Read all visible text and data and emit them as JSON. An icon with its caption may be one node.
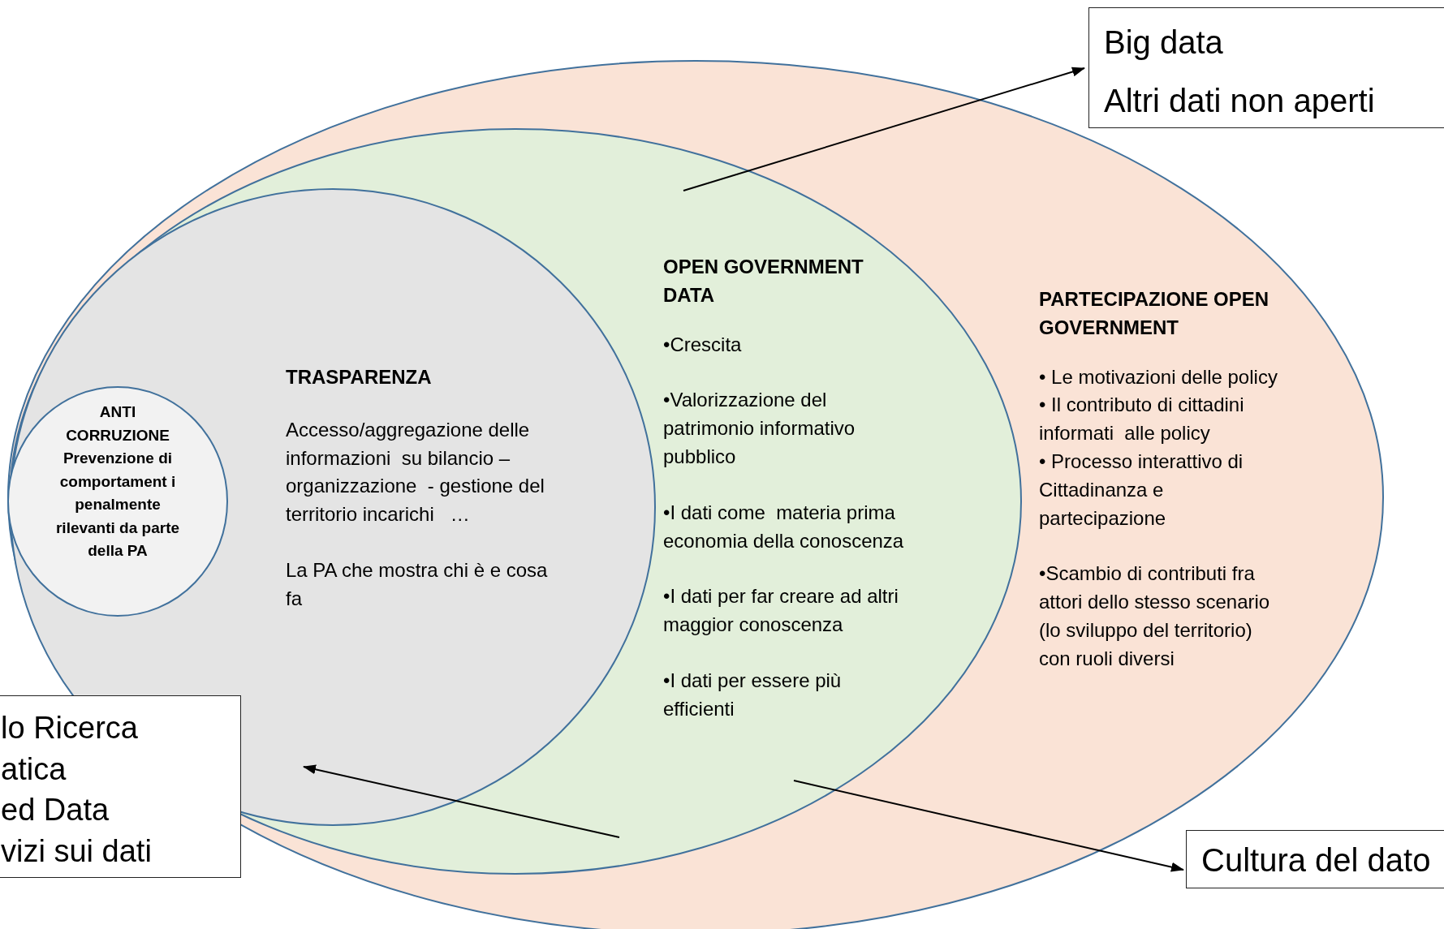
{
  "diagram": {
    "nodes": [
      {
        "text": [
          "PARTECIPAZIONE OPEN GOVERNMENT",
          "• Le motivazioni delle policy",
          "• Il contributo di cittadini informati  alle policy",
          "• Processo interattivo di Cittadinanza e partecipazione",
          "•Scambio di contributi fra attori dello stesso scenario (lo sviluppo del territorio) con ruoli diversi"
        ]
      },
      {
        "text": [
          "OPEN GOVERNMENT DATA",
          "•Crescita",
          "•Valorizzazione del patrimonio informativo pubblico",
          "•I dati come  materia prima economia della conoscenza",
          "•I dati per far creare ad altri maggior conoscenza",
          "•I dati per essere più efficienti"
        ],
        "in": 0
      },
      {
        "text": [
          "TRASPARENZA",
          "Accesso/aggregazione delle  informazioni  su bilancio – organizzazione  - gestione del territorio incarichi   …",
          "La PA che mostra chi è e cosa fa"
        ],
        "in": 1
      },
      {
        "text": [
          "ANTI CORRUZIONE",
          "Prevenzione di comportament i penalmente rilevanti da parte della PA"
        ],
        "in": 2
      },
      {
        "text": [
          "Big data",
          "Altri dati non aperti"
        ]
      },
      {
        "text": [
          "lo Ricerca",
          "atica",
          "ed Data",
          "vizi sui dati"
        ]
      },
      {
        "text": [
          "Cultura del dato"
        ]
      }
    ],
    "edges": [
      {
        "from": 1,
        "to": 4,
        "arrow": "to"
      },
      {
        "from": 1,
        "to": 2,
        "arrow": "to"
      },
      {
        "from": 1,
        "to": 6,
        "arrow": "to"
      }
    ]
  }
}
